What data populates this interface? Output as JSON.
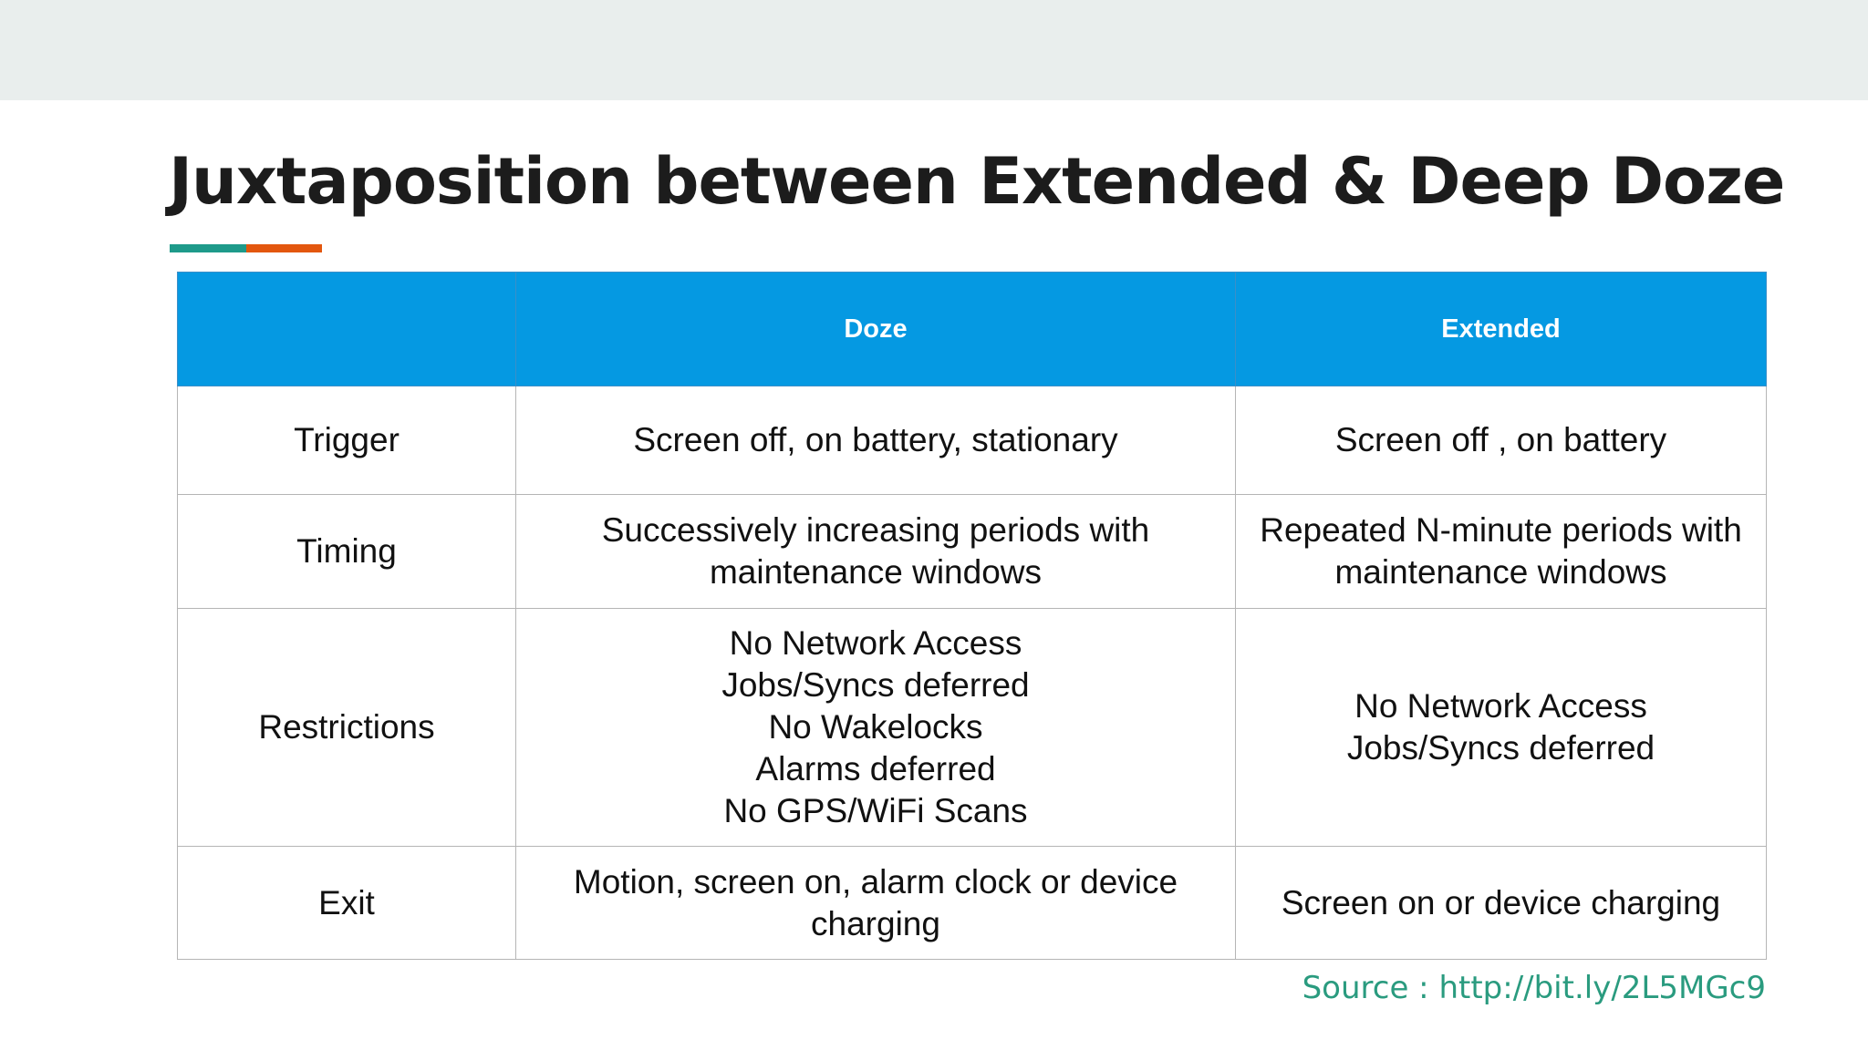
{
  "title": "Juxtaposition between Extended & Deep Doze",
  "colors": {
    "header_fill": "#0599e2",
    "accent_teal": "#1e9a8a",
    "accent_orange": "#e3570e",
    "source_text": "#2a9b7f"
  },
  "table": {
    "columns": [
      "",
      "Doze",
      "Extended"
    ],
    "rows": [
      {
        "label": "Trigger",
        "doze": [
          "Screen off, on battery, stationary"
        ],
        "extended": [
          "Screen off , on battery"
        ]
      },
      {
        "label": "Timing",
        "doze": [
          "Successively increasing periods with",
          "maintenance windows"
        ],
        "extended": [
          "Repeated N-minute periods with",
          "maintenance windows"
        ]
      },
      {
        "label": "Restrictions",
        "doze": [
          "No Network Access",
          "Jobs/Syncs deferred",
          "No Wakelocks",
          "Alarms deferred",
          "No GPS/WiFi Scans"
        ],
        "extended": [
          "No Network Access",
          "Jobs/Syncs deferred"
        ]
      },
      {
        "label": "Exit",
        "doze": [
          "Motion, screen on, alarm clock or device",
          "charging"
        ],
        "extended": [
          "Screen on or device charging"
        ]
      }
    ]
  },
  "source": "Source : http://bit.ly/2L5MGc9"
}
